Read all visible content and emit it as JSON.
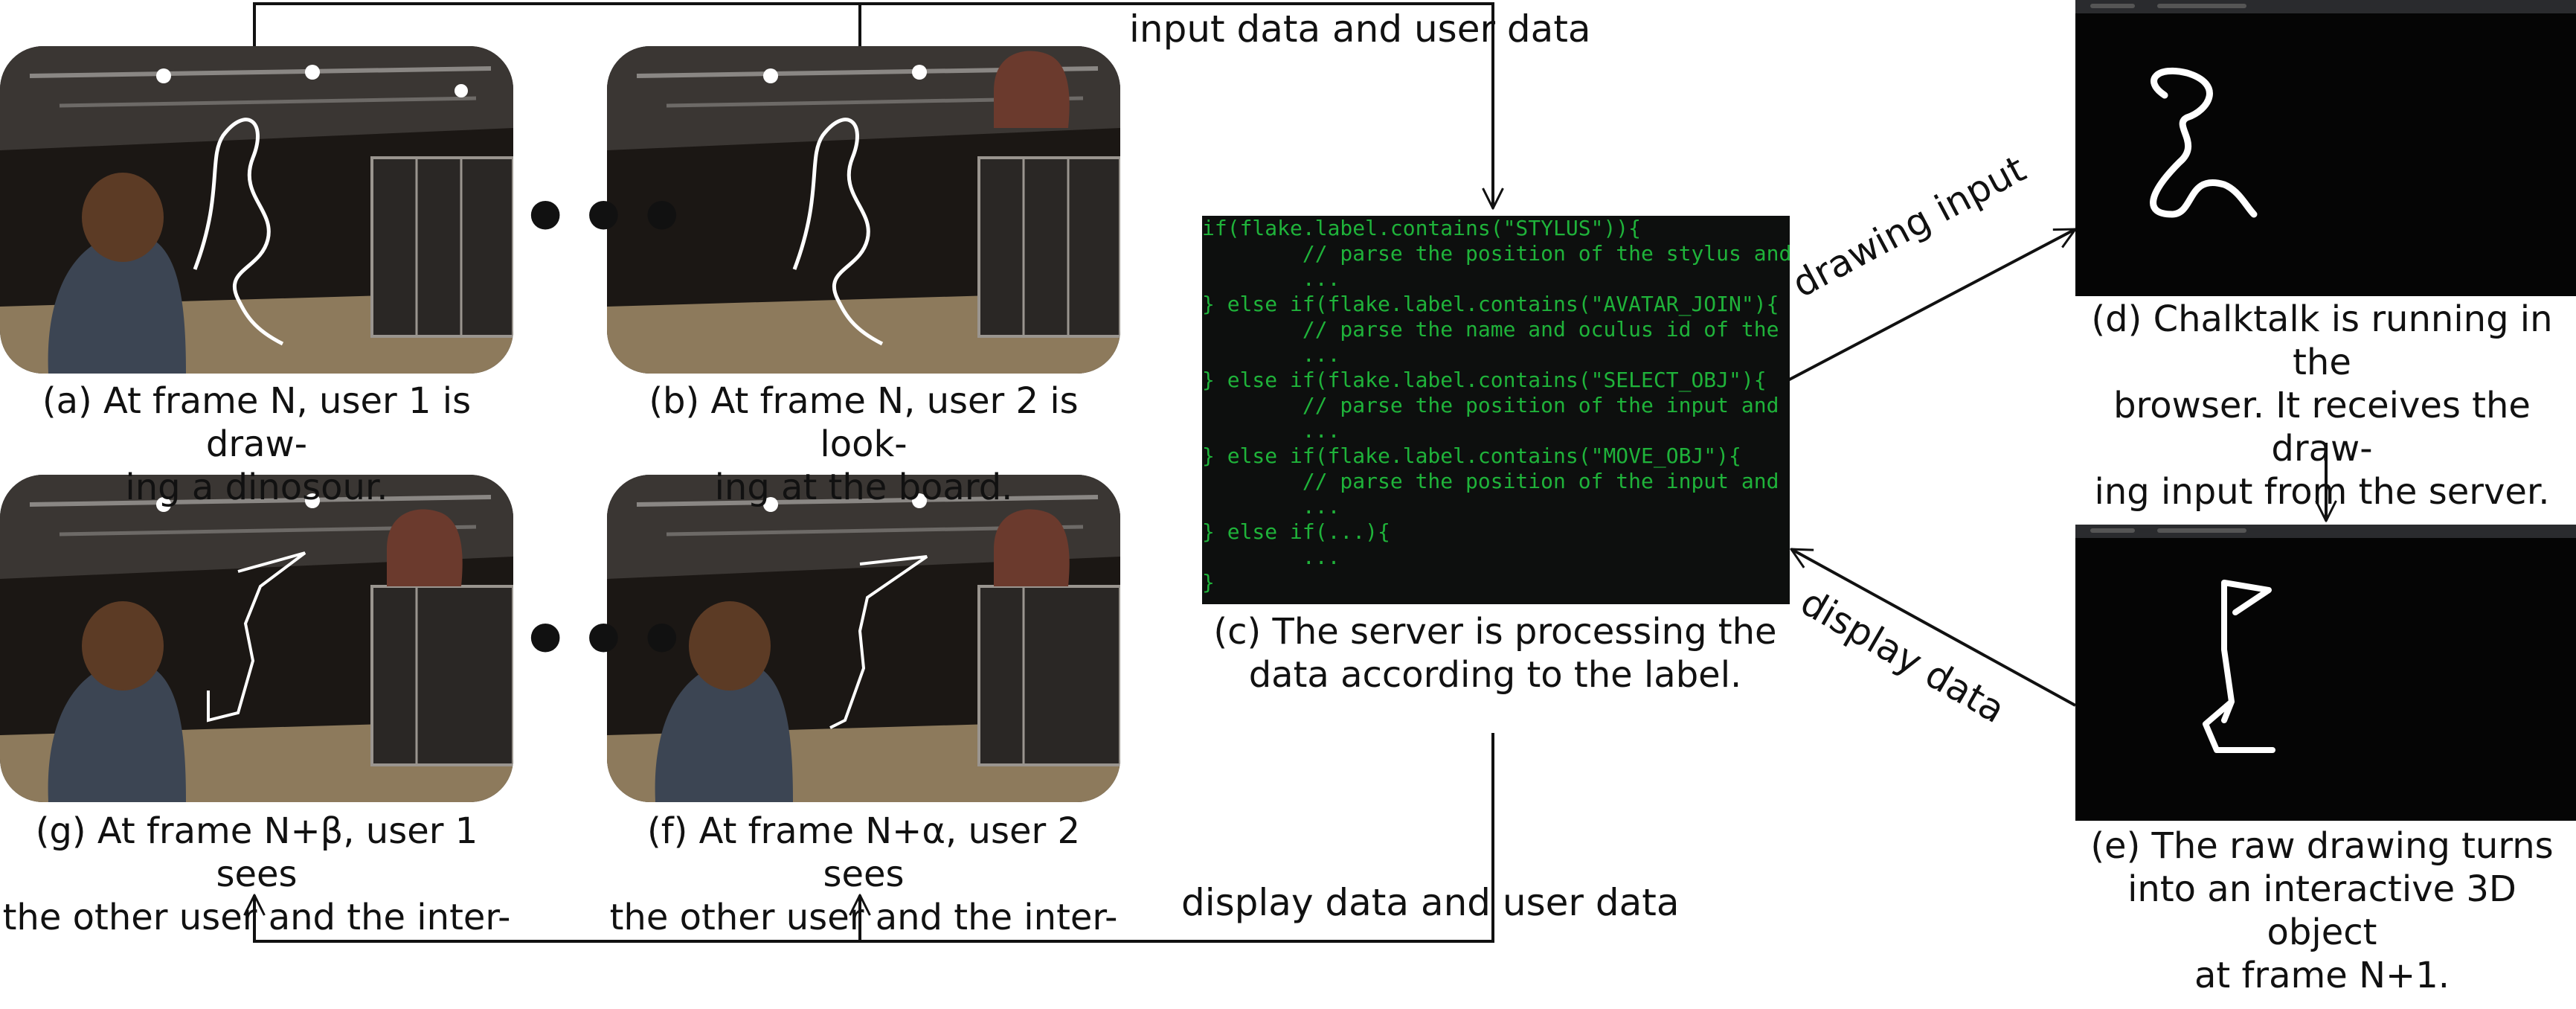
{
  "top_label": "input data and user data",
  "bottom_label": "display data and user data",
  "right_top_label": "drawing input",
  "right_bottom_label": "display data",
  "captions": {
    "a": [
      "(a) At frame N, user 1 is draw-",
      "ing a dinosour."
    ],
    "b": [
      "(b) At frame N, user 2 is look-",
      "ing at the board."
    ],
    "c": [
      "(c) The server is processing the",
      "data according to the label."
    ],
    "d": [
      "(d) Chalktalk is running in the",
      "browser. It receives the draw-",
      "ing input from the server."
    ],
    "e": [
      "(e) The raw drawing turns",
      "into an interactive 3D object",
      "at frame N+1."
    ],
    "f": [
      "(f) At frame N+α, user 2 sees",
      "the other user and the inter-"
    ],
    "g": [
      "(g) At frame N+β, user 1 sees",
      "the other user and the inter-"
    ]
  },
  "ellipsis": "•••",
  "code_lines": [
    "if(flake.label.contains(\"STYLUS\")){",
    "        // parse the position of the stylus and",
    "        ...",
    "} else if(flake.label.contains(\"AVATAR_JOIN\"){",
    "        // parse the name and oculus id of the",
    "        ...",
    "} else if(flake.label.contains(\"SELECT_OBJ\"){",
    "        // parse the position of the input and",
    "        ...",
    "} else if(flake.label.contains(\"MOVE_OBJ\"){",
    "        // parse the position of the input and",
    "        ...",
    "} else if(...){",
    "        ...",
    "}"
  ],
  "colors": {
    "code_text": "#1fb33a",
    "code_bg": "#0d0f0e",
    "stroke": "#111111",
    "drawing": "#ffffff"
  }
}
